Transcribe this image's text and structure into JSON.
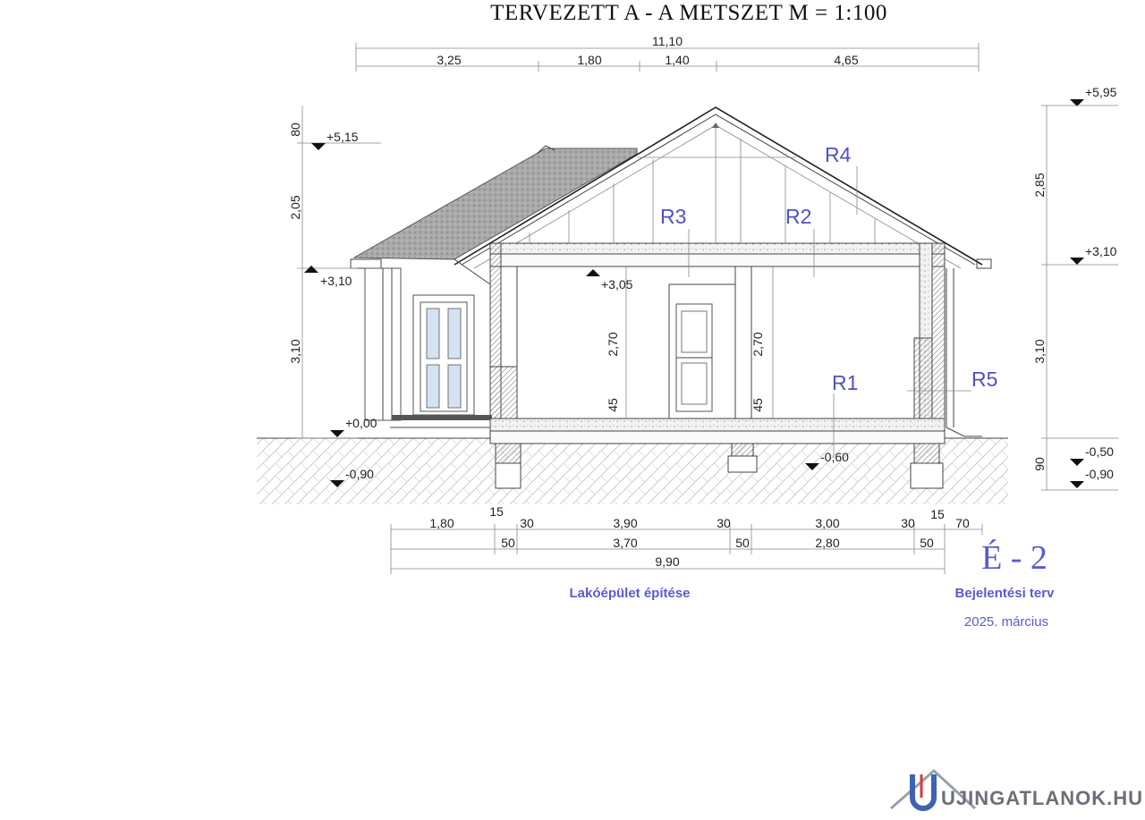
{
  "title": "TERVEZETT A - A METSZET  M = 1:100",
  "top_dims": {
    "total": "11,10",
    "segments": [
      "3,25",
      "1,80",
      "1,40",
      "4,65"
    ]
  },
  "bottom_dims": {
    "row1": [
      "1,80",
      "15",
      "30",
      "3,90",
      "30",
      "3,00",
      "30",
      "15",
      "70"
    ],
    "row2": [
      "50",
      "3,70",
      "50",
      "2,80",
      "50"
    ],
    "total": "9,90"
  },
  "left_dims": [
    "80",
    "2,05",
    "3,10"
  ],
  "right_dims": [
    "2,85",
    "3,10",
    "90"
  ],
  "inner_dims": [
    "2,70",
    "45",
    "2,70",
    "45"
  ],
  "levels": {
    "left_top": "+5,15",
    "left_eave": "+3,10",
    "left_floor": "+0,00",
    "left_ground": "-0,90",
    "ceiling": "+3,05",
    "inner_ground": "-0,60",
    "right_ridge": "+5,95",
    "right_eave": "+3,10",
    "right_ground1": "-0,50",
    "right_ground2": "-0,90"
  },
  "rooms": [
    "R1",
    "R2",
    "R3",
    "R4",
    "R5"
  ],
  "sheet_number": "É - 2",
  "project": "Lakóépület építése",
  "plan_type": "Bejelentési terv",
  "date": "2025. március",
  "watermark": "UJINGATLANOK.HU",
  "colors": {
    "accent": "#5a5ad2",
    "ink": "#222222",
    "roof": "#9a9a9a"
  }
}
